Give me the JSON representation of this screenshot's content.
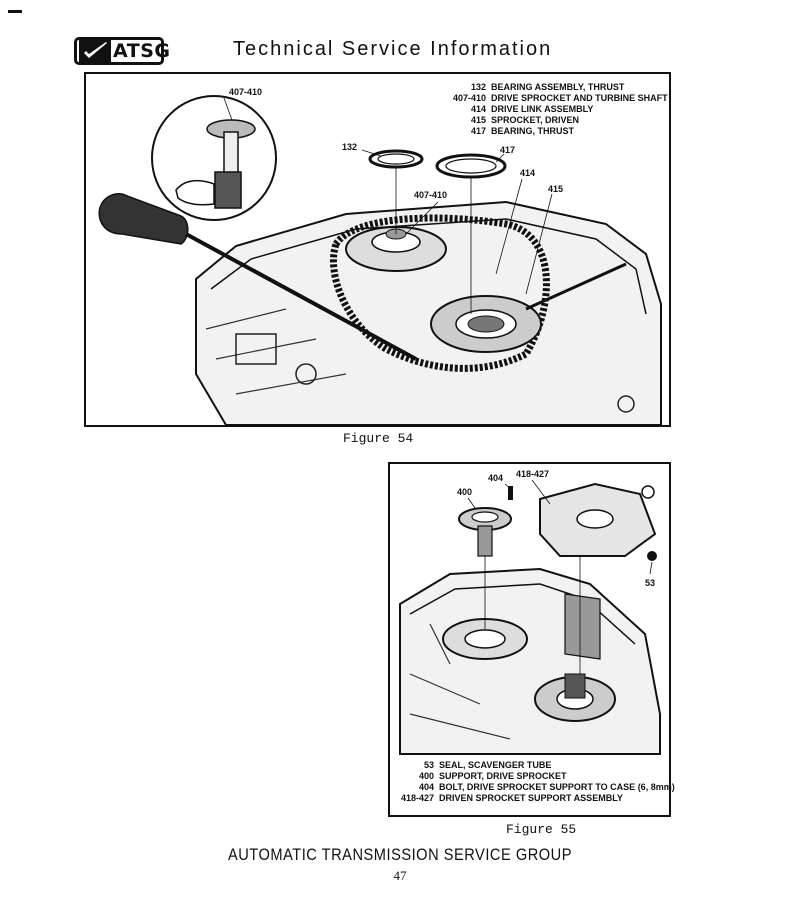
{
  "header": {
    "logo_text": "ATSG",
    "title": "Technical Service Information"
  },
  "figure54": {
    "caption": "Figure 54",
    "legend": [
      {
        "num": "132",
        "label": "BEARING ASSEMBLY, THRUST"
      },
      {
        "num": "407-410",
        "label": "DRIVE SPROCKET AND TURBINE SHAFT"
      },
      {
        "num": "414",
        "label": "DRIVE LINK ASSEMBLY"
      },
      {
        "num": "415",
        "label": "SPROCKET, DRIVEN"
      },
      {
        "num": "417",
        "label": "BEARING, THRUST"
      }
    ],
    "callouts": {
      "inset": "407-410",
      "c132": "132",
      "c417": "417",
      "c414": "414",
      "c415": "415",
      "c407": "407-410"
    }
  },
  "figure55": {
    "caption": "Figure 55",
    "legend": [
      {
        "num": "53",
        "label": "SEAL, SCAVENGER TUBE"
      },
      {
        "num": "400",
        "label": "SUPPORT, DRIVE SPROCKET"
      },
      {
        "num": "404",
        "label": "BOLT, DRIVE SPROCKET SUPPORT TO CASE (6, 8mm)"
      },
      {
        "num": "418-427",
        "label": "DRIVEN SPROCKET SUPPORT ASSEMBLY"
      }
    ],
    "callouts": {
      "c404": "404",
      "c418": "418-427",
      "c400": "400",
      "c53": "53"
    }
  },
  "footer": {
    "title": "AUTOMATIC TRANSMISSION SERVICE GROUP",
    "page": "47"
  }
}
